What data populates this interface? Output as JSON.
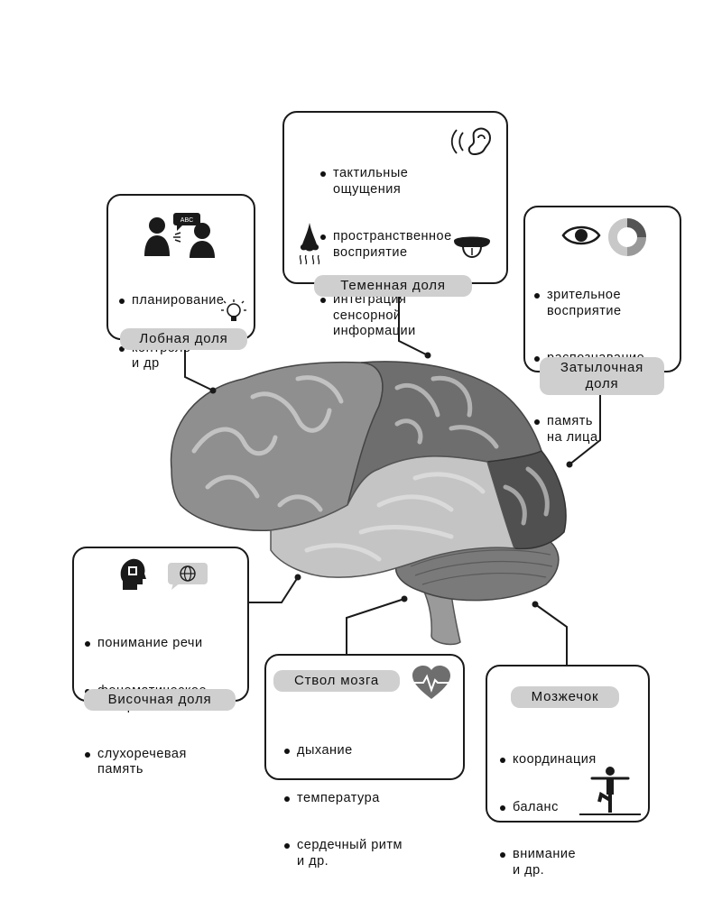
{
  "lobes": {
    "frontal": {
      "label": "Лобная доля",
      "items": [
        "планирование",
        "контроль\nи др"
      ]
    },
    "parietal": {
      "label": "Теменная доля",
      "items": [
        "тактильные\nощущения",
        "пространственное\nвосприятие",
        "интеграция\nсенсорной\nинформации"
      ]
    },
    "occipital": {
      "label": "Затылочная\nдоля",
      "items": [
        "зрительное\nвосприятие",
        "распознавание\nцвета",
        "память\nна лица"
      ]
    },
    "temporal": {
      "label": "Височная доля",
      "items": [
        "понимание речи",
        "фонематическое\nвосприятие",
        "слухоречевая\nпамять"
      ]
    },
    "brainstem": {
      "label": "Ствол мозга",
      "items": [
        "дыхание",
        "температура",
        "сердечный ритм\nи др."
      ]
    },
    "cerebellum": {
      "label": "Мозжечок",
      "items": [
        "координация",
        "баланс",
        "внимание\nи др."
      ]
    }
  },
  "icons": {
    "speech_bubble_text": "ABC",
    "colors": {
      "frontal": "#8f8f8f",
      "parietal": "#6e6e6e",
      "occipital": "#505050",
      "temporal": "#c4c4c4",
      "cerebellum": "#7a7a7a",
      "brainstem": "#9a9a9a",
      "outline": "#1a1a1a",
      "label_bg": "#cfcfcf"
    }
  }
}
